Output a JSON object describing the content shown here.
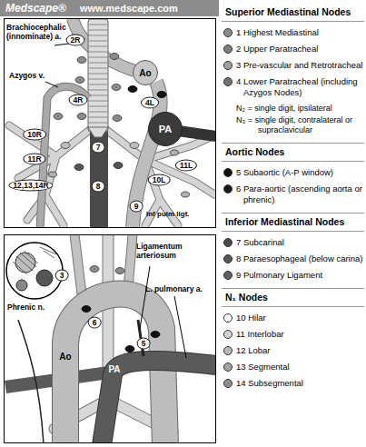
{
  "diagram": {
    "nodes": [
      {
        "text": [
          "2R"
        ]
      },
      {
        "text": [
          "Ao"
        ]
      },
      {
        "text": [
          "4R"
        ]
      },
      {
        "text": [
          "4L"
        ]
      },
      {
        "text": [
          "PA"
        ]
      },
      {
        "text": [
          "10R"
        ]
      },
      {
        "text": [
          "7"
        ]
      },
      {
        "text": [
          "11R"
        ]
      },
      {
        "text": [
          "11L"
        ]
      },
      {
        "text": [
          "10L"
        ]
      },
      {
        "text": [
          "12,13,14R"
        ]
      },
      {
        "text": [
          "8"
        ]
      },
      {
        "text": [
          "9"
        ]
      },
      {
        "text": [
          "3"
        ]
      },
      {
        "text": [
          "6"
        ]
      },
      {
        "text": [
          "5"
        ]
      },
      {
        "text": [
          "Ao"
        ]
      },
      {
        "text": [
          "PA"
        ]
      }
    ],
    "labels": [
      "Medscape®",
      "www.medscape.com",
      "Brachiocephalic (innominate) a.",
      "Azygos v.",
      "Inf pulm ligt.",
      "Ligamentum arteriosum",
      "L. pulmonary a.",
      "Phrenic n.",
      "Superior Mediastinal Nodes",
      "N₂ = single digit, ipsilateral",
      "N₃ = single digit, contralateral or supraclavicular",
      "Aortic Nodes",
      "Inferior Mediastinal Nodes",
      "N₁ Nodes"
    ],
    "legend": [
      {
        "text": "1 Highest Mediastinal",
        "color": "#8c8c8c"
      },
      {
        "text": "2 Upper Paratracheal",
        "color": "#7e7e7e"
      },
      {
        "text": "3 Pre-vascular and Retrotracheal",
        "color": "#a0a0a0"
      },
      {
        "text": "4 Lower Paratracheal (including Azygos Nodes)",
        "color": "#727272"
      },
      {
        "text": "5 Subaortic (A-P window)",
        "color": "#111111"
      },
      {
        "text": "6 Para-aortic (ascending aorta or phrenic)",
        "color": "#1a1a1a"
      },
      {
        "text": "7 Subcarinal",
        "color": "#4a4a4a"
      },
      {
        "text": "8 Paraesophageal (below carina)",
        "color": "#555555"
      },
      {
        "text": "9 Pulmonary Ligament",
        "color": "#606060"
      },
      {
        "text": "10 Hilar",
        "color": "#ffffff"
      },
      {
        "text": "11 Interlobar",
        "color": "#d0d0d0"
      },
      {
        "text": "12 Lobar",
        "color": "#b8b8b8"
      },
      {
        "text": "13 Segmental",
        "color": "#a4a4a4"
      },
      {
        "text": "14 Subsegmental",
        "color": "#8e8e8e"
      }
    ]
  }
}
